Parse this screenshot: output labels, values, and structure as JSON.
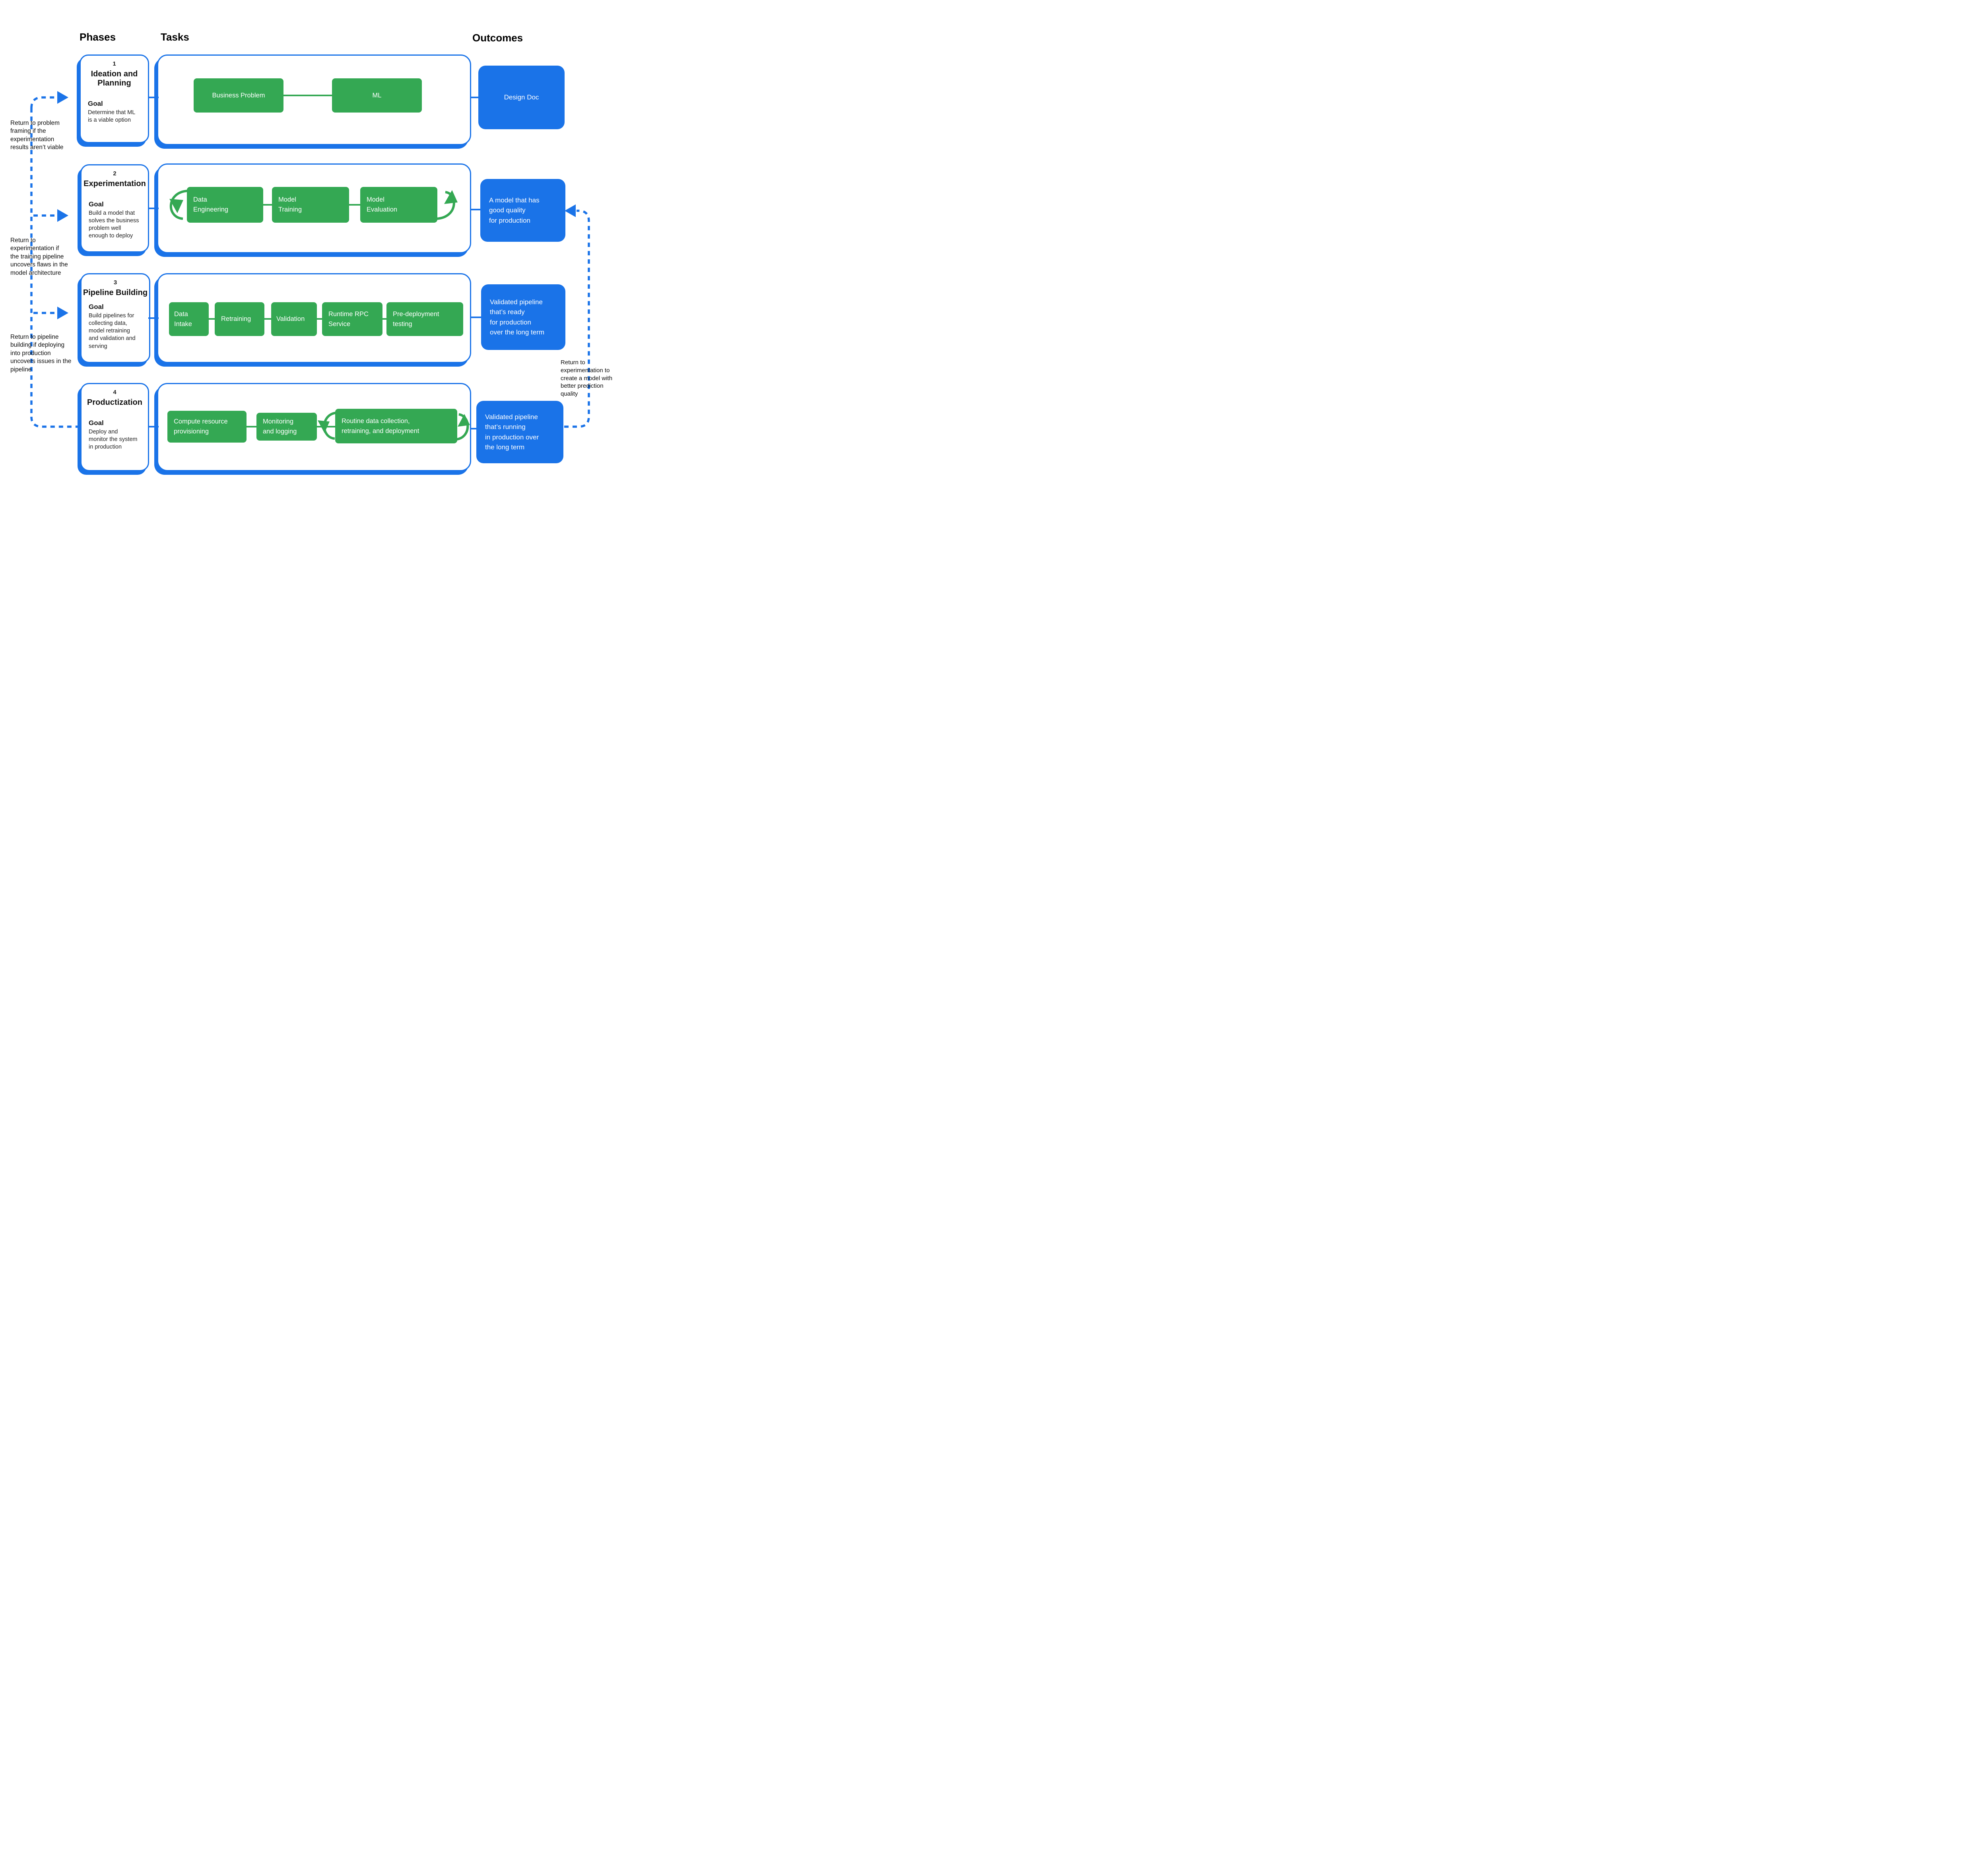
{
  "headers": {
    "phases": "Phases",
    "tasks": "Tasks",
    "outcomes": "Outcomes"
  },
  "colors": {
    "accent_blue": "#1a73e8",
    "accent_green": "#34a853",
    "text": "#0c0c0c"
  },
  "phases": [
    {
      "number": "1",
      "title": "Ideation and\nPlanning",
      "goal_label": "Goal",
      "goal_text": "Determine that ML\nis a viable option",
      "tasks": [
        "Business Problem",
        "ML"
      ],
      "outcome": "Design Doc"
    },
    {
      "number": "2",
      "title": "Experimentation",
      "goal_label": "Goal",
      "goal_text": "Build a model that\nsolves the business\nproblem well\nenough to deploy",
      "tasks": [
        "Data\nEngineering",
        "Model\nTraining",
        "Model\nEvaluation"
      ],
      "outcome": "A model that has\ngood quality\nfor production"
    },
    {
      "number": "3",
      "title": "Pipeline Building",
      "goal_label": "Goal",
      "goal_text": "Build pipelines for\ncollecting data,\nmodel retraining\nand validation and\nserving",
      "tasks": [
        "Data\nIntake",
        "Retraining",
        "Validation",
        "Runtime RPC\nService",
        "Pre-deployment\ntesting"
      ],
      "outcome": "Validated pipeline\nthat’s ready\nfor production\nover the long term"
    },
    {
      "number": "4",
      "title": "Productization",
      "goal_label": "Goal",
      "goal_text": "Deploy and\nmonitor the system\nin production",
      "tasks": [
        "Compute resource\nprovisioning",
        "Monitoring\nand logging",
        "Routine data collection,\nretraining, and deployment"
      ],
      "outcome": "Validated pipeline\nthat’s running\nin production over\nthe long term"
    }
  ],
  "annotations": {
    "return_to_problem_framing": "Return to problem\nframing if the\nexperimentation\nresults aren’t viable",
    "return_to_experimentation_left": "Return to\nexperimentation if\nthe training pipeline\nuncovers flaws in the\nmodel architecture",
    "return_to_pipeline_building": "Return to pipeline\nbuilding if deploying\ninto production\nuncovers issues in the\npipeline",
    "return_to_experimentation_right": "Return to\nexperimentation to\ncreate a model with\nbetter prediction\nquality"
  }
}
